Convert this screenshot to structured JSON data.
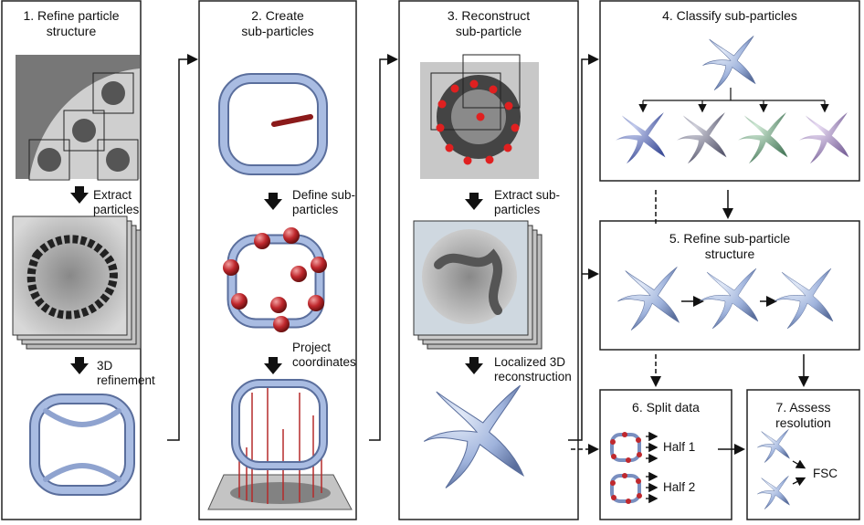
{
  "panels": {
    "p1": {
      "title_line1": "1. Refine particle",
      "title_line2": "structure",
      "step_a": [
        "Extract",
        "particles"
      ],
      "step_b": [
        "3D",
        "refinement"
      ]
    },
    "p2": {
      "title_line1": "2. Create",
      "title_line2": "sub-particles",
      "step_a": [
        "Define sub-",
        "particles"
      ],
      "step_b": [
        "Project",
        "coordinates"
      ]
    },
    "p3": {
      "title_line1": "3. Reconstruct",
      "title_line2": "sub-particle",
      "step_a": [
        "Extract sub-",
        "particles"
      ],
      "step_b": [
        "Localized 3D",
        "reconstruction"
      ]
    },
    "p4": {
      "title": "4. Classify sub-particles"
    },
    "p5": {
      "title_line1": "5. Refine sub-particle",
      "title_line2": "structure"
    },
    "p6": {
      "title": "6. Split data",
      "half1": "Half 1",
      "half2": "Half 2"
    },
    "p7": {
      "title_line1": "7. Assess",
      "title_line2": "resolution",
      "fsc": "FSC"
    }
  },
  "colors": {
    "blob": "#9fb3dc",
    "sphere": "#c0282d",
    "class1": "#6677bb",
    "class2": "#8a8a9e",
    "class3": "#7aa88a",
    "class4": "#b29ccc"
  }
}
